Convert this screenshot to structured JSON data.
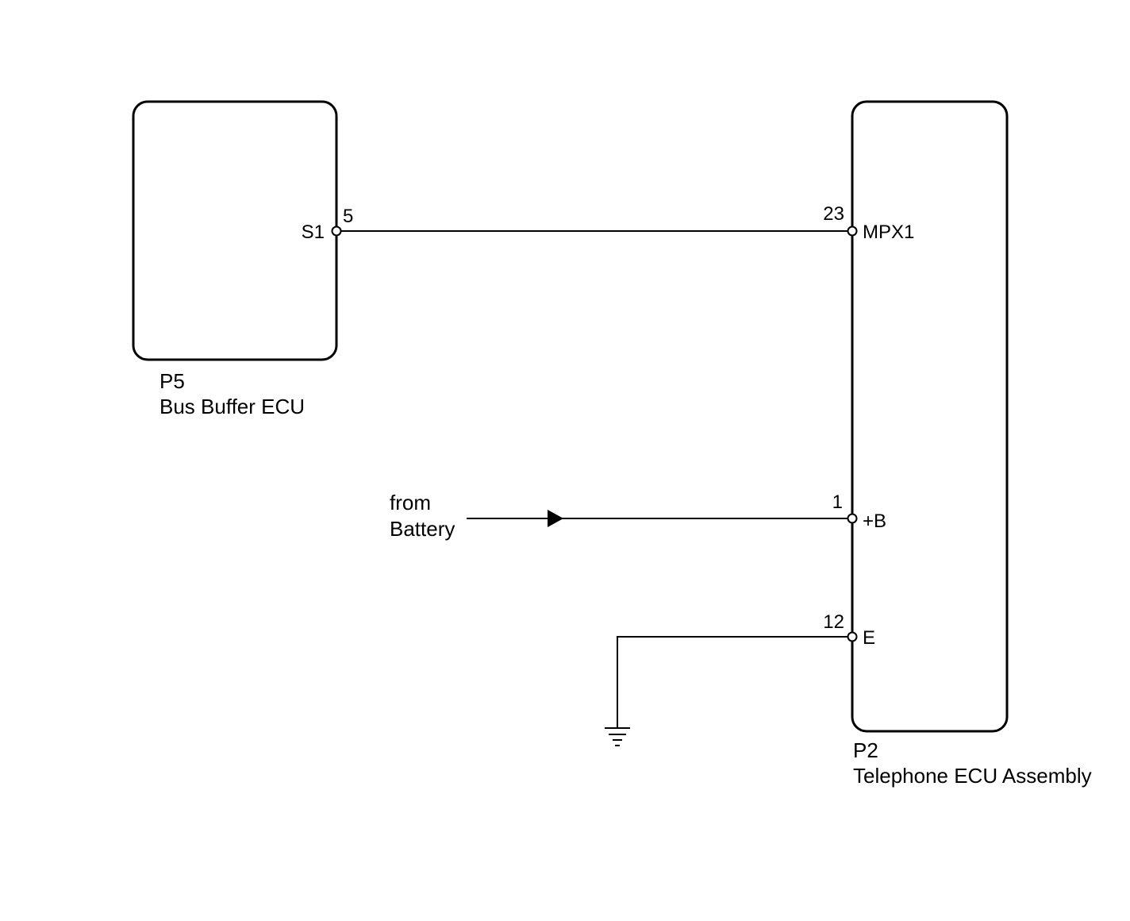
{
  "components": {
    "bus_buffer": {
      "code": "P5",
      "name": "Bus Buffer ECU"
    },
    "telephone": {
      "code": "P2",
      "name": "Telephone ECU Assembly"
    }
  },
  "connections": {
    "s1": {
      "pin_number": "5",
      "pin_name": "S1"
    },
    "mpx1": {
      "pin_number": "23",
      "pin_name": "MPX1"
    },
    "b_plus": {
      "pin_number": "1",
      "pin_name": "+B"
    },
    "ground": {
      "pin_number": "12",
      "pin_name": "E"
    }
  },
  "battery": {
    "line1": "from",
    "line2": "Battery"
  }
}
